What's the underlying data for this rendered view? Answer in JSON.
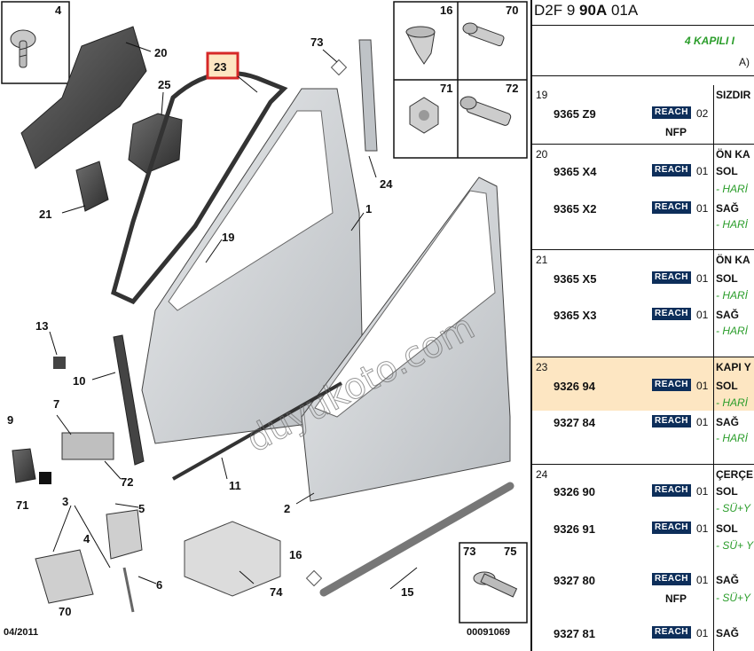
{
  "diagram": {
    "callouts": [
      "4",
      "20",
      "25",
      "23",
      "73",
      "21",
      "19",
      "1",
      "24",
      "13",
      "10",
      "9",
      "7",
      "72",
      "71",
      "3",
      "5",
      "4",
      "70",
      "6",
      "74",
      "16",
      "15",
      "2",
      "11"
    ],
    "inset_labels": [
      "16",
      "70",
      "71",
      "72",
      "73",
      "75"
    ],
    "highlighted_part": "23",
    "watermark": "duyukoto.com",
    "date_code": "04/2011",
    "figure_number": "00091069"
  },
  "table": {
    "header_prefix": "D2F 9 ",
    "header_bold": "90A",
    "header_suffix": " 01A",
    "subtitle": "4 KAPILI I",
    "subtitle2": "A)",
    "reach_badge": "REACH",
    "groups": [
      {
        "no": "19",
        "desc": "SIZDIR",
        "lines": [
          {
            "pn": "9365 Z9",
            "qty": "02",
            "side": ""
          }
        ],
        "nfp": "NFP",
        "notes": []
      },
      {
        "no": "20",
        "desc": "ÖN KA",
        "lines": [
          {
            "pn": "9365 X4",
            "qty": "01",
            "side": "SOL"
          },
          {
            "pn": "9365 X2",
            "qty": "01",
            "side": "SAĞ"
          }
        ],
        "notes": [
          "- HARİ",
          "- HARİ"
        ]
      },
      {
        "no": "21",
        "desc": "ÖN KA",
        "lines": [
          {
            "pn": "9365 X5",
            "qty": "01",
            "side": "SOL"
          },
          {
            "pn": "9365 X3",
            "qty": "01",
            "side": "SAĞ"
          }
        ],
        "notes": [
          "- HARİ",
          "- HARİ"
        ]
      },
      {
        "no": "23",
        "desc": "KAPI Y",
        "lines": [
          {
            "pn": "9326 94",
            "qty": "01",
            "side": "SOL"
          },
          {
            "pn": "9327 84",
            "qty": "01",
            "side": "SAĞ"
          }
        ],
        "notes": [
          "- HARİ",
          "- HARİ"
        ]
      },
      {
        "no": "24",
        "desc": "ÇERÇE",
        "lines": [
          {
            "pn": "9326 90",
            "qty": "01",
            "side": "SOL"
          },
          {
            "pn": "9326 91",
            "qty": "01",
            "side": "SOL"
          },
          {
            "pn": "9327 80",
            "qty": "01",
            "side": "SAĞ"
          },
          {
            "pn": "9327 81",
            "qty": "01",
            "side": "SAĞ"
          }
        ],
        "nfp": "NFP",
        "notes": [
          "- SÜ+Y",
          "- SÜ+ Y",
          "- SÜ+Y"
        ]
      }
    ]
  },
  "colors": {
    "highlight_row": "#fde6c2",
    "highlight_box": "#d62828",
    "reach_bg": "#0d2e5a",
    "note_green": "#2a9d2a"
  }
}
